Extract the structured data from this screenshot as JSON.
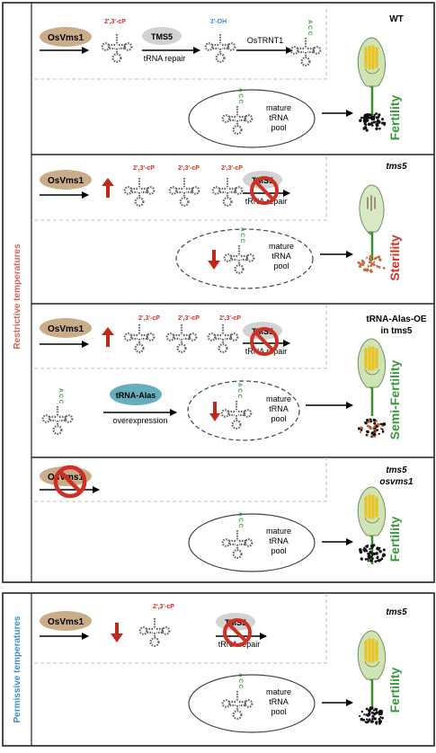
{
  "side_labels": {
    "restrictive": "Restrictive temperatures",
    "permissive": "Permissive temperatures"
  },
  "colors": {
    "oval_brown": "#c9ad88",
    "grey_oval": "#d2d2d2",
    "teal_oval": "#66aebc",
    "red": "#d03024",
    "green": "#3a9a3c",
    "blue": "#3b8fc9",
    "side_red": "#d6605c",
    "side_blue": "#3b8fc9"
  },
  "panels": [
    {
      "genotype": "WT",
      "phenotype": "Fertility",
      "enzyme": "OsVms1",
      "cyclic": "2',3'-cP",
      "repair_enzyme": "TMS5",
      "repair_label": "tRNA repair",
      "oh_label": "3'-OH",
      "trnt": "OsTRNT1",
      "acc": "A C C",
      "pool": [
        "mature",
        "tRNA",
        "pool"
      ]
    },
    {
      "genotype": "tms5",
      "phenotype": "Sterility",
      "enzyme": "OsVms1",
      "cyclic": [
        "2',3'-cP",
        "2',3'-cP",
        "2',3'-cP"
      ],
      "repair_enzyme": "TMS5",
      "repair_label": "tRNA repair",
      "acc": "A C C",
      "pool": [
        "mature",
        "tRNA",
        "pool"
      ]
    },
    {
      "genotype_line1": "tRNA-Alas-OE",
      "genotype_line2": "in tms5",
      "phenotype": "Semi-Fertility",
      "enzyme": "OsVms1",
      "cyclic": [
        "2',3'-cP",
        "2',3'-cP",
        "2',3'-cP"
      ],
      "repair_enzyme": "TMS5",
      "repair_label": "tRNA repair",
      "acc": "A C C",
      "trna_alas": "tRNA-Alas",
      "overexpression": "overexpression",
      "pool": [
        "mature",
        "tRNA",
        "pool"
      ]
    },
    {
      "genotype_line1": "tms5",
      "genotype_line2": "osvms1",
      "phenotype": "Fertility",
      "enzyme": "OsVms1",
      "acc": "A C C",
      "pool": [
        "mature",
        "tRNA",
        "pool"
      ]
    },
    {
      "genotype": "tms5",
      "phenotype": "Fertility",
      "enzyme": "OsVms1",
      "cyclic": "2',3'-cP",
      "repair_enzyme": "TMS5",
      "repair_label": "tRNA repair",
      "acc": "A C C",
      "pool": [
        "mature",
        "tRNA",
        "pool"
      ]
    }
  ]
}
